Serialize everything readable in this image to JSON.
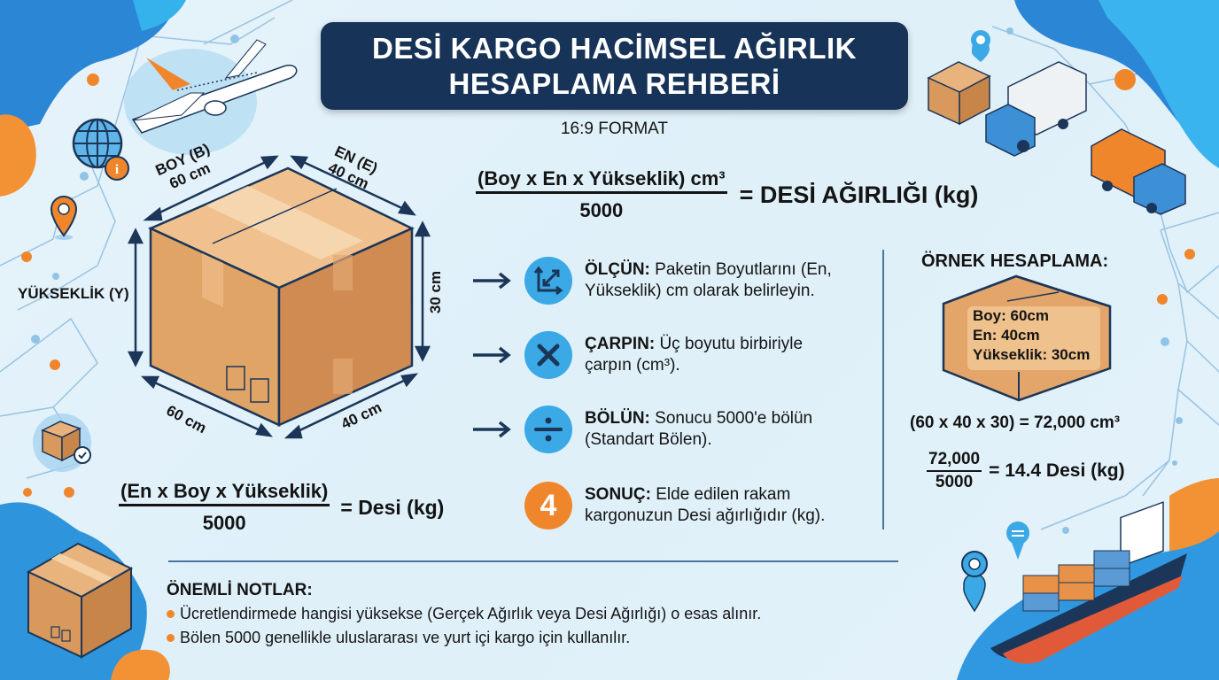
{
  "header": {
    "title_line1": "DESİ KARGO HACİMSEL AĞIRLIK",
    "title_line2": "HESAPLAMA REHBERİ",
    "subtitle": "16:9 FORMAT"
  },
  "main_formula": {
    "numerator": "(Boy x En x Yükseklik) cm³",
    "denominator": "5000",
    "result": "= DESİ AĞIRLIĞI (kg)"
  },
  "box_diagram": {
    "boy_label": "BOY (B)",
    "boy_value": "60 cm",
    "en_label": "EN (E)",
    "en_value": "40 cm",
    "height_label": "YÜKSEKLİK (Y)",
    "height_value": "30 cm",
    "bottom_left_value": "60 cm",
    "bottom_right_value": "40 cm"
  },
  "steps": [
    {
      "icon": "measure-axes-icon",
      "title": "ÖLÇÜN:",
      "line1": " Paketin Boyutlarını (En,",
      "line2": "Yükseklik) cm olarak belirleyin."
    },
    {
      "icon": "multiply-icon",
      "title": "ÇARPIN:",
      "line1": " Üç boyutu birbiriyle",
      "line2": "çarpın (cm³)."
    },
    {
      "icon": "divide-icon",
      "title": "BÖLÜN:",
      "line1": " Sonucu 5000'e bölün",
      "line2": "(Standart Bölen)."
    },
    {
      "icon": "number-4-icon",
      "number": "4",
      "title": "SONUÇ:",
      "line1": " Elde edilen rakam",
      "line2": "kargonuzun Desi ağırlığıdır (kg)."
    }
  ],
  "example": {
    "title": "ÖRNEK HESAPLAMA:",
    "boy": "Boy: 60cm",
    "en": "En: 40cm",
    "yukseklik": "Yükseklik: 30cm",
    "volume_line": "(60 x 40 x 30) = 72,000 cm³",
    "frac_numerator": "72,000",
    "frac_denominator": "5000",
    "result": "= 14.4 Desi (kg)"
  },
  "left_formula": {
    "numerator": "(En x Boy x Yükseklik)",
    "denominator": "5000",
    "result": "= Desi (kg)"
  },
  "notes": {
    "title": "ÖNEMLİ NOTLAR:",
    "items": [
      "Ücretlendirmede hangisi yüksekse (Gerçek Ağırlık veya Desi Ağırlığı) o esas alınır.",
      "Bölen 5000 genellikle uluslararası ve yurt içi kargo için kullanılır."
    ]
  },
  "colors": {
    "title_bg": "#173358",
    "accent_blue": "#3aa9e6",
    "accent_orange": "#f0862c",
    "box_brown": "#d9995c",
    "navy": "#1b3658"
  }
}
